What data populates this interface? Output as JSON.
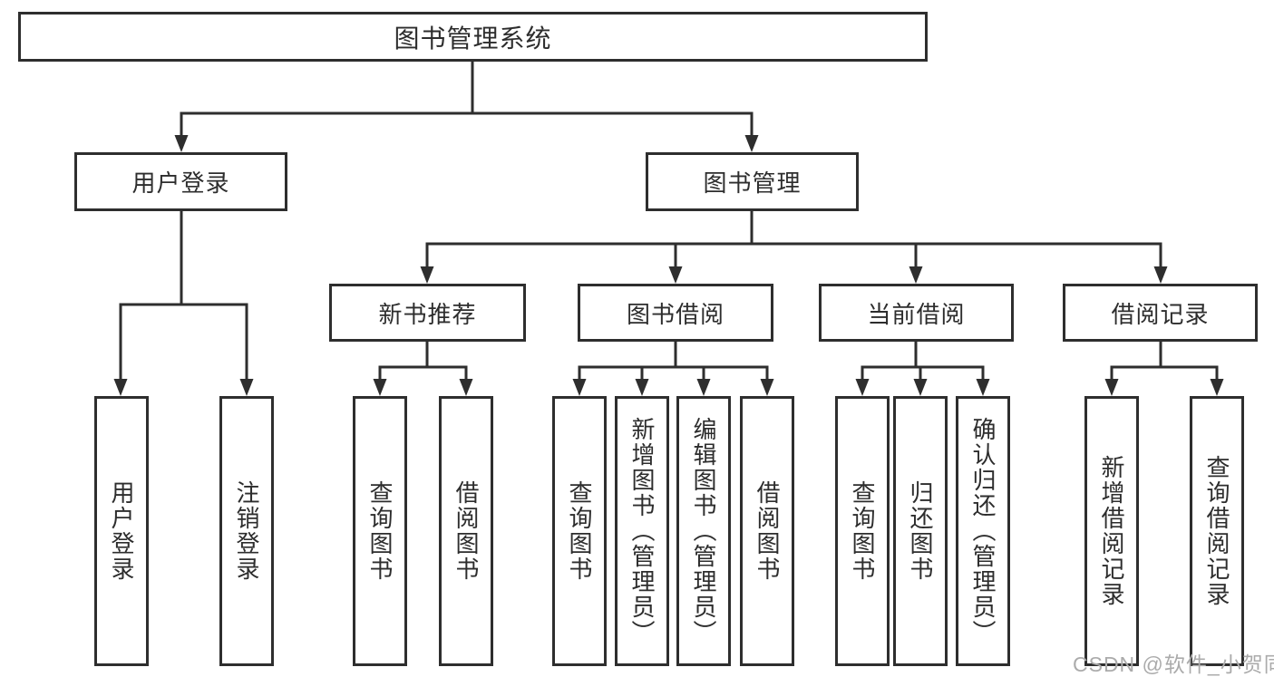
{
  "diagram": {
    "root": {
      "label": "图书管理系统"
    },
    "level2": [
      {
        "label": "用户登录"
      },
      {
        "label": "图书管理"
      }
    ],
    "level3": [
      {
        "label": "新书推荐",
        "parent": "图书管理"
      },
      {
        "label": "图书借阅",
        "parent": "图书管理"
      },
      {
        "label": "当前借阅",
        "parent": "图书管理"
      },
      {
        "label": "借阅记录",
        "parent": "图书管理"
      }
    ],
    "leaves": [
      {
        "label": "用户登录",
        "parent": "用户登录"
      },
      {
        "label": "注销登录",
        "parent": "用户登录"
      },
      {
        "label": "查询图书",
        "parent": "新书推荐"
      },
      {
        "label": "借阅图书",
        "parent": "新书推荐"
      },
      {
        "label": "查询图书",
        "parent": "图书借阅"
      },
      {
        "label": "新增图书（管理员）",
        "parent": "图书借阅"
      },
      {
        "label": "编辑图书（管理员）",
        "parent": "图书借阅"
      },
      {
        "label": "借阅图书",
        "parent": "图书借阅"
      },
      {
        "label": "查询图书",
        "parent": "当前借阅"
      },
      {
        "label": "归还图书",
        "parent": "当前借阅"
      },
      {
        "label": "确认归还（管理员）",
        "parent": "当前借阅"
      },
      {
        "label": "新增借阅记录",
        "parent": "借阅记录"
      },
      {
        "label": "查询借阅记录",
        "parent": "借阅记录"
      }
    ],
    "watermark": "CSDN @软件_小贺同学",
    "colors": {
      "line": "#2e2e2e",
      "text": "#2d2d2d",
      "watermark": "#ababab",
      "background": "#ffffff"
    }
  }
}
